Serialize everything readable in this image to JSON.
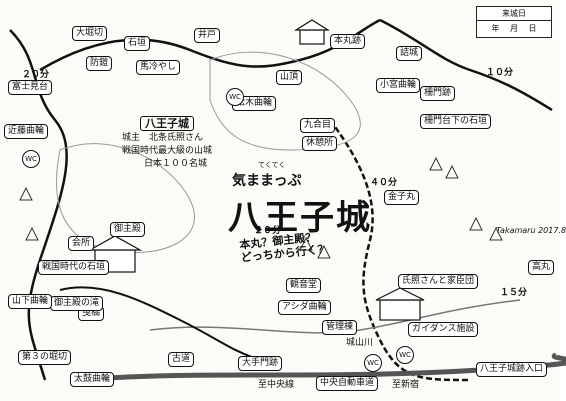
{
  "stamp": {
    "title": "来城日",
    "date": "年 月 日"
  },
  "title_small": "気ままっぷ",
  "title_ruby": "てくてく",
  "title_big": "八王子城",
  "question": [
    "本丸？御主殿？",
    "どっちから行く？"
  ],
  "intro": {
    "heading": "八王子城",
    "lines": [
      "城主　北条氏照さん",
      "戦国時代最大級の山城",
      "日本１００名城"
    ]
  },
  "signature": "Takamaru 2017.8",
  "labels": [
    "大堀切",
    "石垣",
    "防鎧",
    "馬冷やし",
    "井戸",
    "本丸跡",
    "詰城",
    "松木曲輪",
    "小宮曲輪",
    "柵門跡",
    "富士見台",
    "山頂",
    "金子丸",
    "高丸",
    "太鼓曲輪",
    "古道",
    "大手門跡",
    "管理棟",
    "城山川",
    "アシダ曲輪",
    "氏照さんと家臣団",
    "ガイダンス施設",
    "曳橋",
    "御主殿",
    "御主殿の滝",
    "会所",
    "戦国時代の石垣",
    "山下曲輪",
    "近藤曲輪",
    "観音堂",
    "第３の堀切",
    "至中央線",
    "中央自動車道",
    "至新宿",
    "八王子城跡入口",
    "柵門台下の石垣",
    "九合目",
    "休憩所",
    "２０分",
    "４０分",
    "１０分",
    "１５分",
    "２０分"
  ],
  "wc": [
    "WC",
    "WC",
    "WC",
    "WC"
  ]
}
